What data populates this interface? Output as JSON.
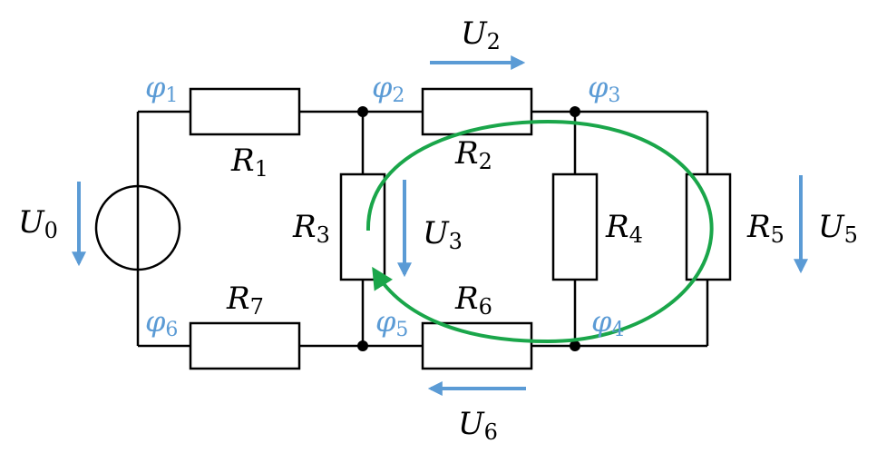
{
  "colors": {
    "wire": "#000000",
    "arrow": "#5b9bd5",
    "potential": "#5b9bd5",
    "loop": "#1aa64a"
  },
  "labels": {
    "R1": {
      "name": "R",
      "sub": "1"
    },
    "R2": {
      "name": "R",
      "sub": "2"
    },
    "R3": {
      "name": "R",
      "sub": "3"
    },
    "R4": {
      "name": "R",
      "sub": "4"
    },
    "R5": {
      "name": "R",
      "sub": "5"
    },
    "R6": {
      "name": "R",
      "sub": "6"
    },
    "R7": {
      "name": "R",
      "sub": "7"
    },
    "U0": {
      "name": "U",
      "sub": "0"
    },
    "U2": {
      "name": "U",
      "sub": "2"
    },
    "U3": {
      "name": "U",
      "sub": "3"
    },
    "U5": {
      "name": "U",
      "sub": "5"
    },
    "U6": {
      "name": "U",
      "sub": "6"
    },
    "phi1": {
      "name": "φ",
      "sub": "1"
    },
    "phi2": {
      "name": "φ",
      "sub": "2"
    },
    "phi3": {
      "name": "φ",
      "sub": "3"
    },
    "phi4": {
      "name": "φ",
      "sub": "4"
    },
    "phi5": {
      "name": "φ",
      "sub": "5"
    },
    "phi6": {
      "name": "φ",
      "sub": "6"
    }
  }
}
